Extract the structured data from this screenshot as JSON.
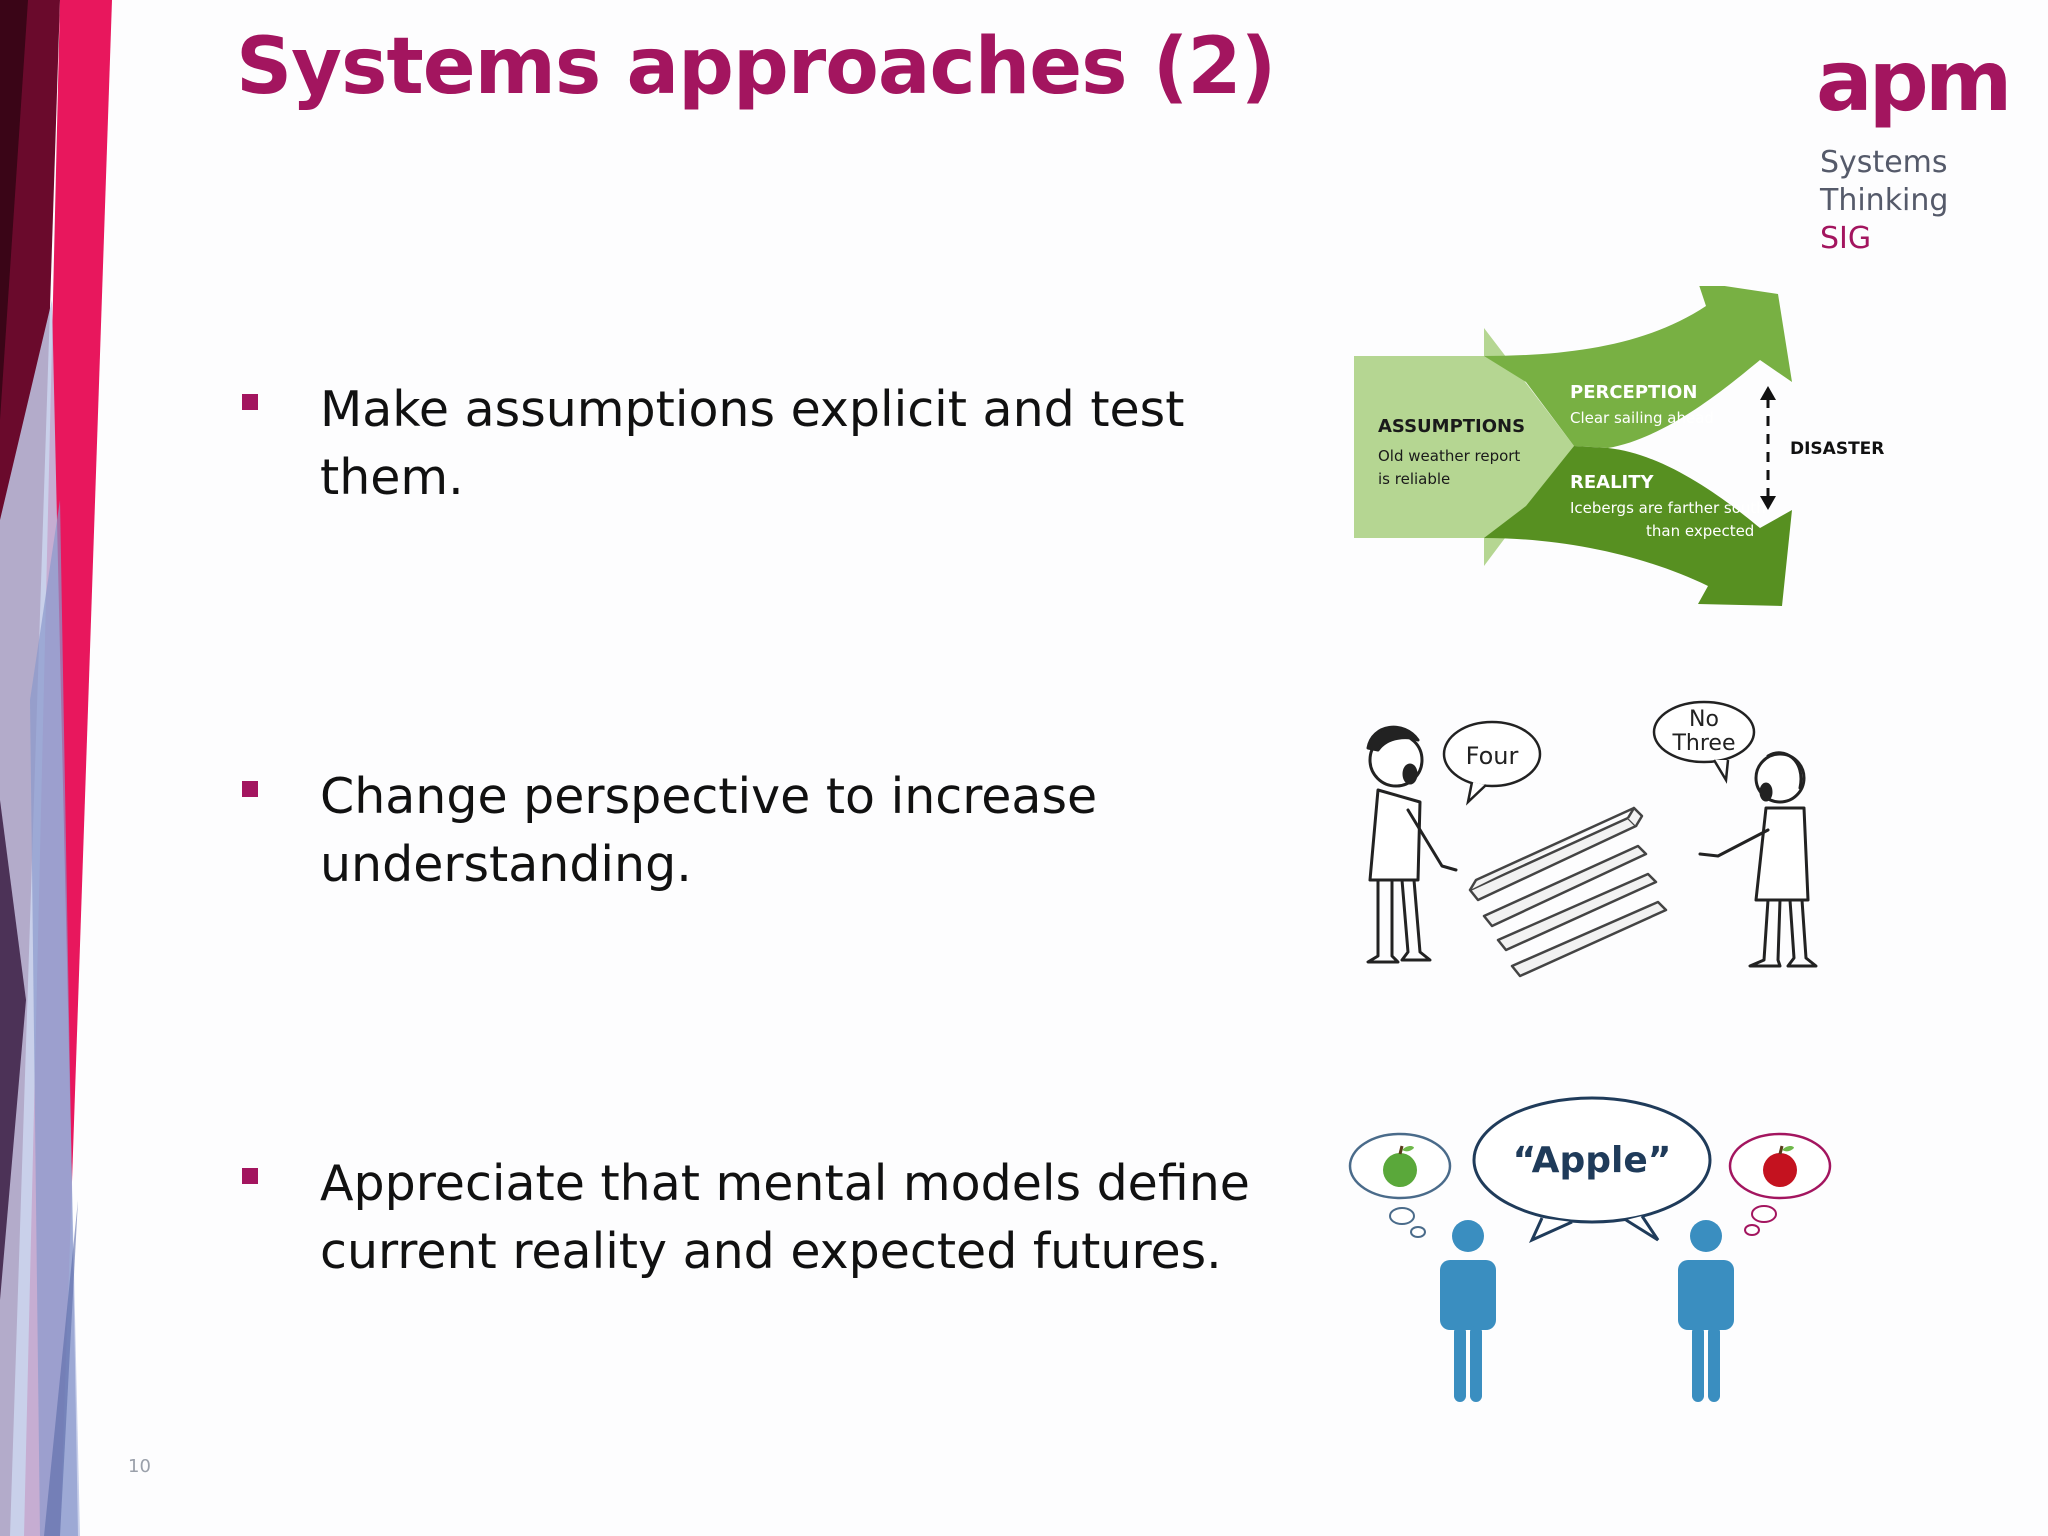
{
  "slide": {
    "title": "Systems approaches (2)",
    "page_number": "10"
  },
  "logo": {
    "mark": "apm",
    "line1": "Systems",
    "line2": "Thinking",
    "line3": "SIG"
  },
  "bullets": [
    {
      "line1": "Make assumptions explicit and test",
      "line2": "them."
    },
    {
      "line1": "Change perspective to increase",
      "line2": "understanding."
    },
    {
      "line1": "Appreciate that mental models define",
      "line2": "current reality and expected futures."
    }
  ],
  "assumptions_diagram": {
    "assumptions_title": "ASSUMPTIONS",
    "assumptions_line1": "Old weather report",
    "assumptions_line2": "is reliable",
    "perception_title": "PERCEPTION",
    "perception_text": "Clear sailing ahead",
    "reality_title": "REALITY",
    "reality_line1": "Icebergs are farther south",
    "reality_line2": "than expected",
    "gap_label": "DISASTER"
  },
  "perspective_cartoon": {
    "left_speech": "Four",
    "right_speech_line1": "No",
    "right_speech_line2": "Three"
  },
  "mental_model_figure": {
    "speech": "“Apple”"
  },
  "colors": {
    "accent": "#a3155f",
    "light_green": "#b5d692",
    "mid_green": "#78b043",
    "dark_green": "#579021",
    "figure_blue": "#3a8ec0"
  }
}
